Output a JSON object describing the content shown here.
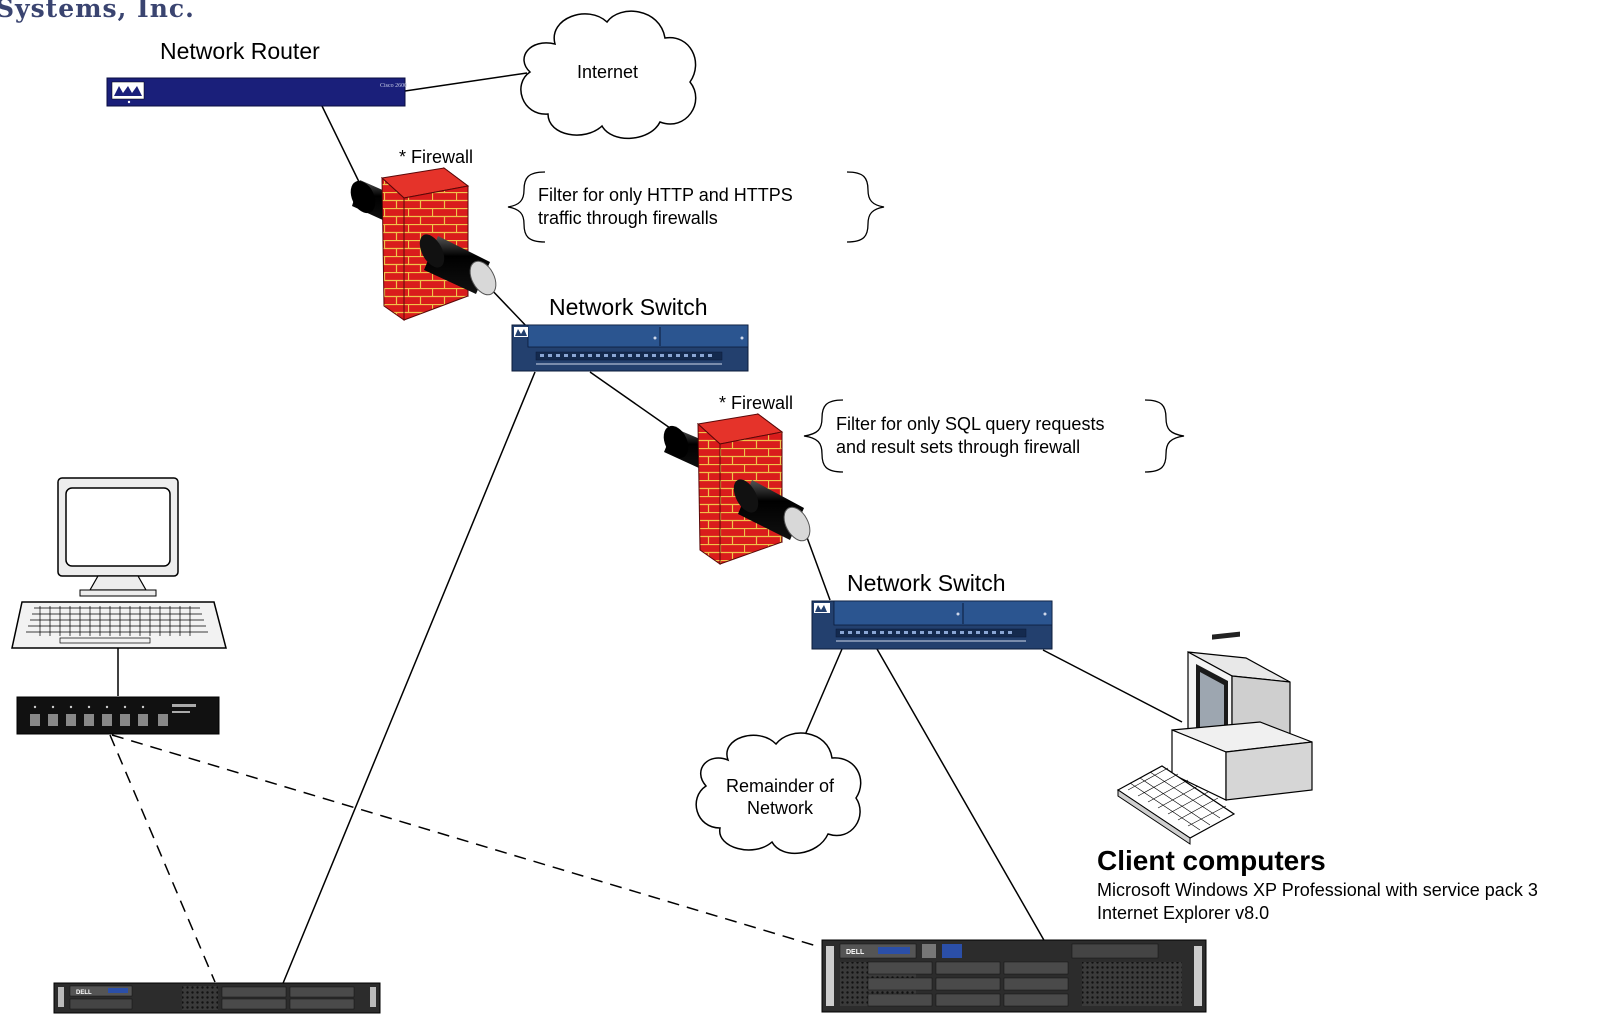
{
  "company": {
    "name": "Systems, Inc."
  },
  "router": {
    "label": "Network Router",
    "brand": "CISCO SYSTEMS",
    "model": "Cisco 2600"
  },
  "internet": {
    "label": "Internet"
  },
  "firewall1": {
    "label": "* Firewall"
  },
  "note1": {
    "line1": "Filter for only HTTP and HTTPS",
    "line2": "traffic through firewalls"
  },
  "switch1": {
    "label": "Network Switch"
  },
  "firewall2": {
    "label": "* Firewall"
  },
  "note2": {
    "line1": "Filter for only SQL query requests",
    "line2": "and result sets through firewall"
  },
  "switch2": {
    "label": "Network Switch"
  },
  "remainder": {
    "line1": "Remainder of",
    "line2": "Network"
  },
  "client": {
    "title": "Client computers",
    "line1": "Microsoft Windows XP Professional with service pack 3",
    "line2": "Internet Explorer v8.0"
  },
  "servers": {
    "brand": "DELL"
  },
  "colors": {
    "device_blue": "#1a1f7a",
    "switch_blue": "#2b4f8c",
    "brick_red": "#d91c1c",
    "company_color": "#3a4470"
  }
}
